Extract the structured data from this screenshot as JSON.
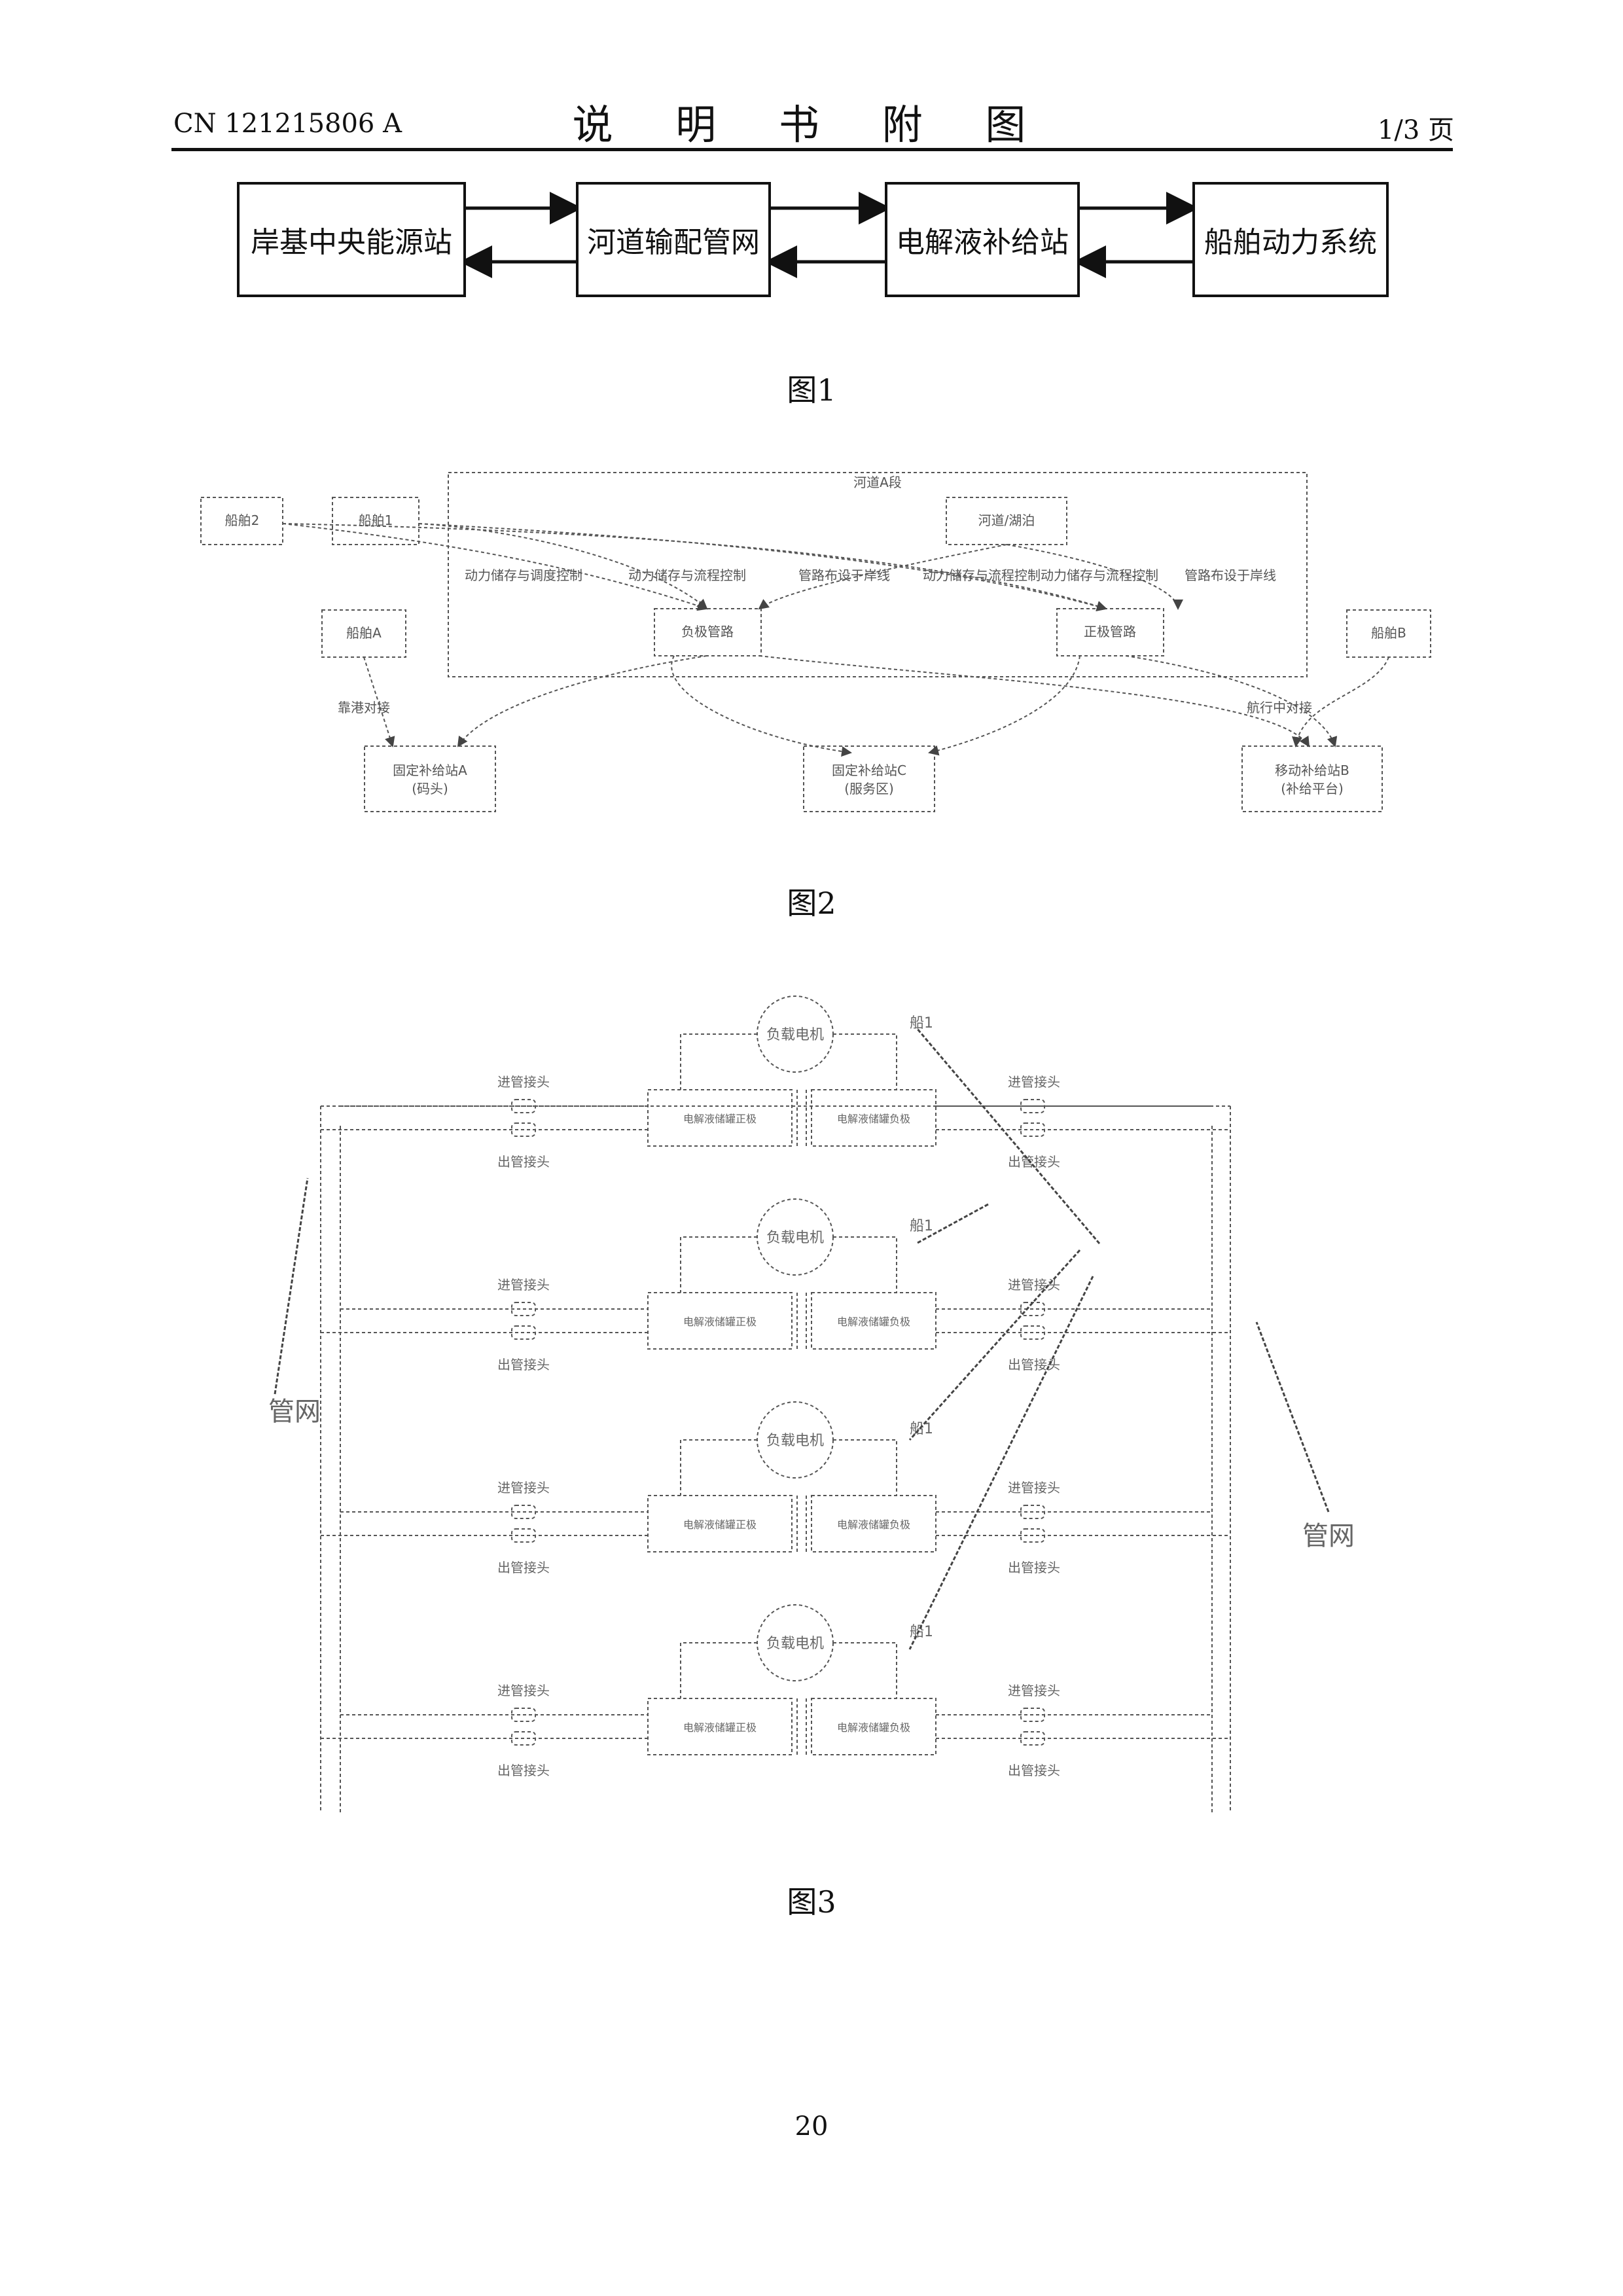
{
  "header": {
    "doc_number": "CN 121215806 A",
    "title": "说 明 书 附 图",
    "page_info": "1/3 页"
  },
  "figure1": {
    "caption": "图1",
    "boxes": [
      "岸基中央能源站",
      "河道输配管网",
      "电解液补给站",
      "船舶动力系统"
    ]
  },
  "figure2": {
    "caption": "图2",
    "frame_label": "河道A段",
    "nodes": {
      "ship2": "船舶2",
      "ship1": "船舶1",
      "river": "河道/湖泊",
      "shipA": "船舶A",
      "shipB": "船舶B",
      "pos_pipe": "负极管路",
      "neg_pipe": "正极管路",
      "fixedA_l1": "固定补给站A",
      "fixedA_l2": "(码头)",
      "fixedC_l1": "固定补给站C",
      "fixedC_l2": "(服务区)",
      "mobileB_l1": "移动补给站B",
      "mobileB_l2": "(补给平台)"
    },
    "labels": {
      "l1": "动力储存与调度控制",
      "l2": "动力储存与流程控制",
      "l3": "管路布设于岸线",
      "l4": "动力储存与流程控制",
      "l5": "动力储存与流程控制",
      "l6": "管路布设于岸线",
      "dock_left": "靠港对接",
      "dock_right": "航行中对接"
    }
  },
  "figure3": {
    "caption": "图3",
    "motor_label": "负载电机",
    "ship_label": "船1",
    "inlet_label": "进管接头",
    "outlet_label": "出管接头",
    "cell_left": "电解液储罐正极",
    "cell_right": "电解液储罐负极",
    "net_label": "管网"
  },
  "page_number": "20"
}
